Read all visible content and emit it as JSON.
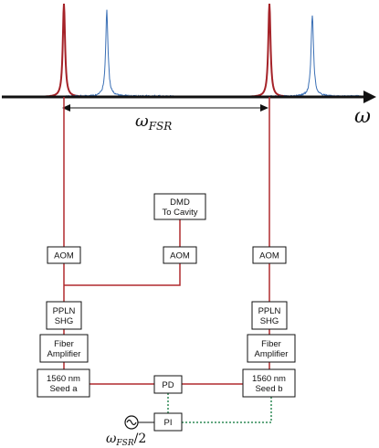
{
  "colors": {
    "red_line": "#b02a2e",
    "red_peak": "#a52228",
    "blue_peak": "#3a6fb5",
    "green_dotted": "#2f8a55",
    "black": "#111111"
  },
  "axis": {
    "omega_label": "ω",
    "fsr_label_main": "ω",
    "fsr_label_sub": "FSR"
  },
  "boxes": {
    "dmd": [
      "DMD",
      "To Cavity"
    ],
    "aom_left": [
      "AOM"
    ],
    "aom_mid": [
      "AOM"
    ],
    "aom_right": [
      "AOM"
    ],
    "ppln_left": [
      "PPLN",
      "SHG"
    ],
    "ppln_right": [
      "PPLN",
      "SHG"
    ],
    "fiber_left": [
      "Fiber",
      "Amplifier"
    ],
    "fiber_right": [
      "Fiber",
      "Amplifier"
    ],
    "seed_a": [
      "1560 nm",
      "Seed a"
    ],
    "seed_b": [
      "1560 nm",
      "Seed b"
    ],
    "pd": [
      "PD"
    ],
    "pi": [
      "PI"
    ]
  },
  "source": {
    "icon": "sine-source-icon",
    "label_main": "ω",
    "label_sub": "FSR",
    "label_suffix": "/2"
  }
}
